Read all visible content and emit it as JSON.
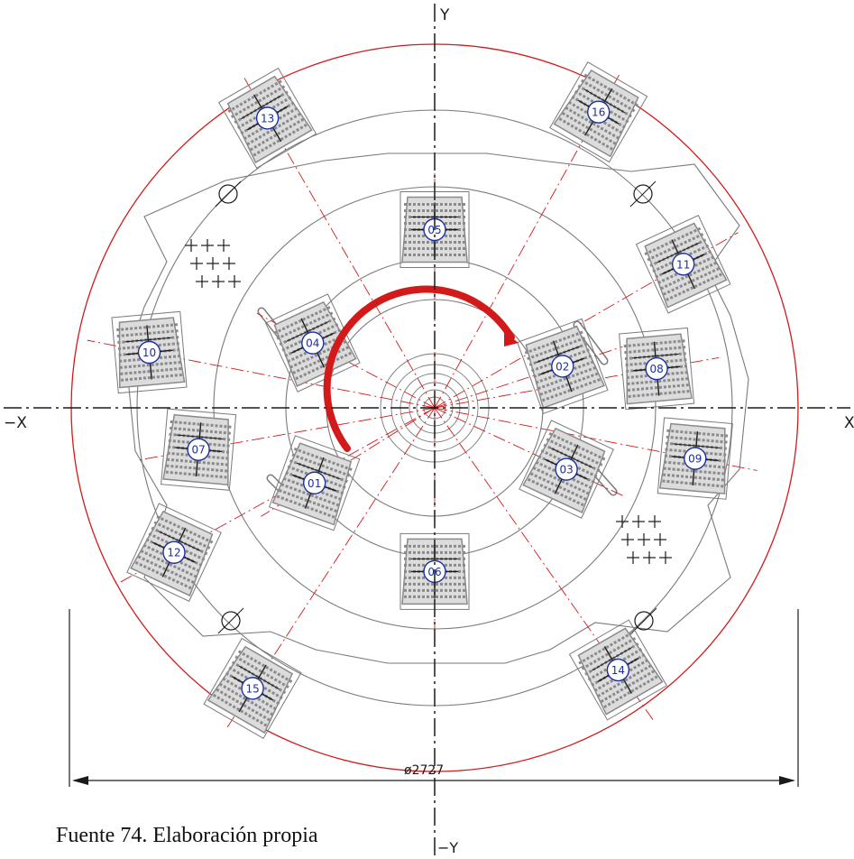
{
  "axes": {
    "y_pos": "Y",
    "y_neg": "−Y",
    "x_pos": "X",
    "x_neg": "−X"
  },
  "dimension": {
    "diameter_label": "ø2727"
  },
  "caption": "Fuente 74. Elaboración propia",
  "cutters": [
    {
      "id": "01",
      "angle": 212,
      "r": 0.39,
      "rot": 20
    },
    {
      "id": "02",
      "angle": 18,
      "r": 0.37,
      "rot": -20
    },
    {
      "id": "03",
      "angle": -25,
      "r": 0.4,
      "rot": 25
    },
    {
      "id": "04",
      "angle": 152,
      "r": 0.38,
      "rot": -25
    },
    {
      "id": "05",
      "angle": 90,
      "r": 0.49,
      "rot": 0
    },
    {
      "id": "06",
      "angle": 270,
      "r": 0.45,
      "rot": 0
    },
    {
      "id": "07",
      "angle": 190,
      "r": 0.66,
      "rot": 5
    },
    {
      "id": "08",
      "angle": 10,
      "r": 0.62,
      "rot": -5
    },
    {
      "id": "09",
      "angle": -11,
      "r": 0.73,
      "rot": 5
    },
    {
      "id": "10",
      "angle": 169,
      "r": 0.8,
      "rot": -5
    },
    {
      "id": "11",
      "angle": 30,
      "r": 0.79,
      "rot": -25
    },
    {
      "id": "12",
      "angle": 209,
      "r": 0.82,
      "rot": 25
    },
    {
      "id": "13",
      "angle": 120,
      "r": 0.92,
      "rot": -30
    },
    {
      "id": "14",
      "angle": -55,
      "r": 0.88,
      "rot": -30
    },
    {
      "id": "15",
      "angle": 237,
      "r": 0.92,
      "rot": 30
    },
    {
      "id": "16",
      "angle": 61,
      "r": 0.93,
      "rot": 30
    }
  ],
  "colors": {
    "line": "#7a7a7a",
    "dark": "#1a1a1a",
    "red": "#d21a1a",
    "label": "#1b2f9e",
    "cutter": "#8a8a8a"
  }
}
